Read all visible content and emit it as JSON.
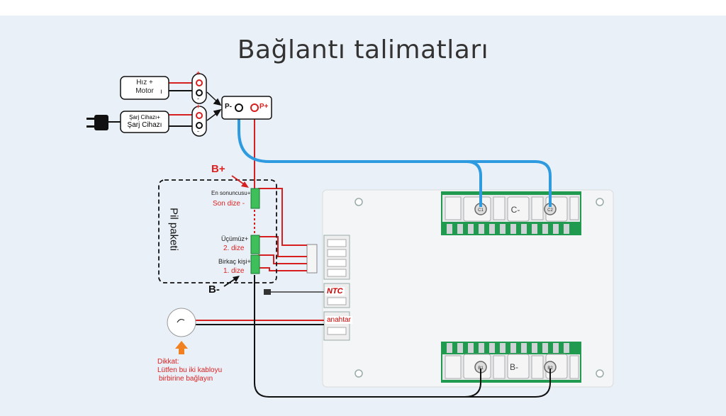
{
  "title": "Bağlantı talimatları",
  "motor": {
    "line1": "Hız +",
    "line2": "Motor",
    "minus": "ı"
  },
  "charger": {
    "line1": "Şarj Cihazı+",
    "line2": "Şarj Cihazı"
  },
  "terminals": {
    "plus": "+",
    "minus": "-",
    "p_minus": "P-",
    "p_plus": "P+"
  },
  "pack": {
    "label": "Pil paketi",
    "b_plus": "B+",
    "b_minus": "B-",
    "top_line1": "En sonuncusu+",
    "top_line2": "Son dize -",
    "mid_line1": "Üçümüz+",
    "mid_line2": "2. dize",
    "bot_line1": "Birkaç kişi+",
    "bot_line2": "1. dize"
  },
  "board": {
    "ntc": "NTC",
    "switch": "anahtar",
    "pad_c1": "C1",
    "pad_c2": "C2",
    "pad_c": "C-",
    "pad_b": "B-",
    "pad_b1": "B1",
    "pad_b2": "B2"
  },
  "warning": {
    "line1": "Dikkat:",
    "line2": "Lütfen bu iki kabloyu",
    "line3": "birbirine bağlayın"
  },
  "colors": {
    "red_wire": "#d61f1f",
    "blue_wire": "#2e9be0",
    "black_wire": "#111111",
    "pcb_green": "#1f9a4e",
    "warning_orange": "#f08020"
  }
}
